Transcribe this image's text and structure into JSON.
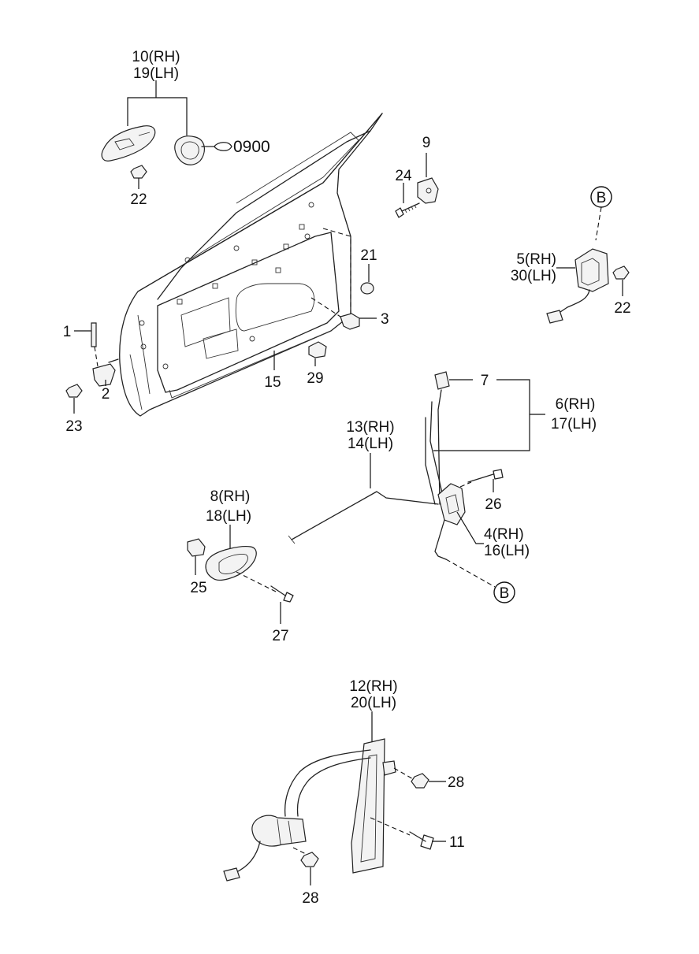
{
  "labels": {
    "p10": "10(RH)",
    "p19": "19(LH)",
    "p0900": "0900",
    "p22a": "22",
    "p9": "9",
    "p24": "24",
    "refB1": "B",
    "p5": "5(RH)",
    "p30": "30(LH)",
    "p22b": "22",
    "p21": "21",
    "p3": "3",
    "p1": "1",
    "p2": "2",
    "p23": "23",
    "p15": "15",
    "p29": "29",
    "p7": "7",
    "p6": "6(RH)",
    "p17": "17(LH)",
    "p13": "13(RH)",
    "p14": "14(LH)",
    "p26": "26",
    "p4": "4(RH)",
    "p16": "16(LH)",
    "refB2": "B",
    "p8": "8(RH)",
    "p18": "18(LH)",
    "p25": "25",
    "p27": "27",
    "p12": "12(RH)",
    "p20": "20(LH)",
    "p28a": "28",
    "p11": "11",
    "p28b": "28"
  }
}
